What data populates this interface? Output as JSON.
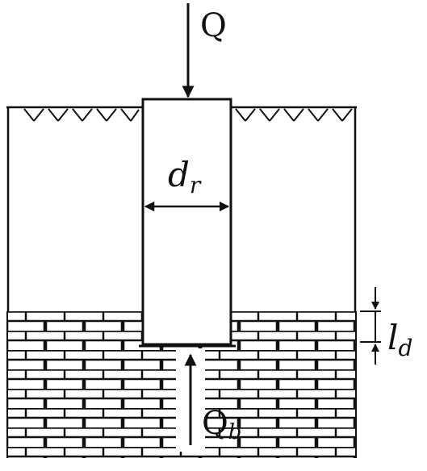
{
  "labels": {
    "load": "Q",
    "base_reaction": "Q",
    "base_reaction_sub": "b",
    "diameter": "d",
    "diameter_sub": "r",
    "socket_length": "l",
    "socket_length_sub": "d"
  },
  "colors": {
    "line": "#111111",
    "background": "#ffffff"
  }
}
